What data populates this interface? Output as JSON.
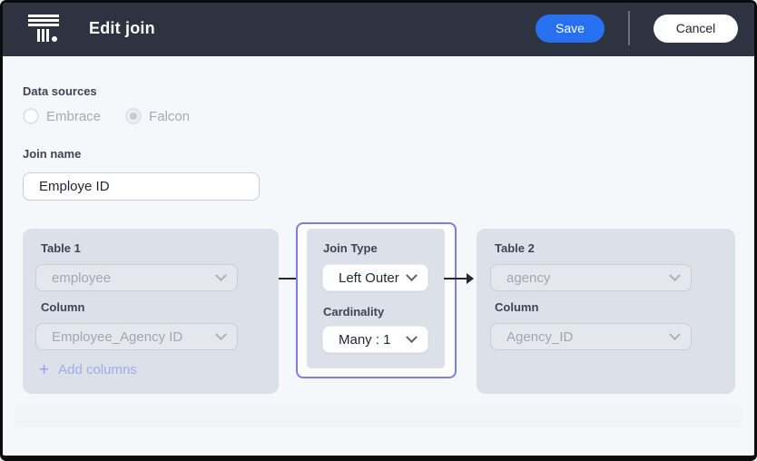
{
  "header": {
    "title": "Edit join",
    "save_label": "Save",
    "cancel_label": "Cancel"
  },
  "data_sources": {
    "label": "Data sources",
    "options": [
      {
        "label": "Embrace",
        "selected": false
      },
      {
        "label": "Falcon",
        "selected": true
      }
    ]
  },
  "join_name": {
    "label": "Join name",
    "value": "Employe ID"
  },
  "table1": {
    "title": "Table 1",
    "table_value": "employee",
    "column_label": "Column",
    "column_value": "Employee_Agency ID",
    "add_columns_label": "Add columns",
    "plus_glyph": "+"
  },
  "join_settings": {
    "join_type_label": "Join Type",
    "join_type_value": "Left Outer",
    "cardinality_label": "Cardinality",
    "cardinality_value": "Many : 1"
  },
  "table2": {
    "title": "Table 2",
    "table_value": "agency",
    "column_label": "Column",
    "column_value": "Agency_ID"
  },
  "icons": {
    "logo": "thoughtspot-logo",
    "dropdown": "chevron-down-icon",
    "connector": "right-arrow"
  },
  "colors": {
    "header_bg": "#2D3340",
    "save_button": "#2770EF",
    "page_bg": "#F5F7FA",
    "panel_bg": "#DCE0E9",
    "highlight_border": "#7B7FE2",
    "link_blue": "#9DAEE9",
    "arrow": "#232832"
  }
}
